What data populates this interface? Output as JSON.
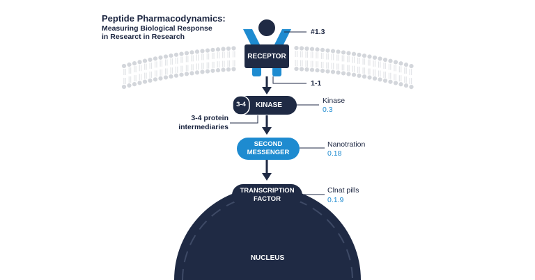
{
  "header": {
    "title": "Peptide Pharmacodynamics:",
    "subtitle_lines": [
      "Measuring Biological Response",
      "in Researct in Research"
    ]
  },
  "receptor": {
    "label": "RECEPTOR",
    "callout_top": "#1.3",
    "callout_bottom": "1-1"
  },
  "kinase": {
    "badge": "3-4",
    "label": "KINASE",
    "note_label": "Kinase",
    "note_value": "0.3",
    "intermediaries_lines": [
      "3-4 protein",
      "intermediaries"
    ]
  },
  "second_messenger": {
    "label_lines": [
      "SECOND",
      "MESSENGER"
    ],
    "note_label": "Nanotration",
    "note_value": "0.18"
  },
  "transcription_factor": {
    "label_lines": [
      "TRANSCRIPTION",
      "FACTOR"
    ],
    "note_label": "Clnat pills",
    "note_value": "0.1.9"
  },
  "nucleus": {
    "label": "NUCLEUS"
  },
  "colors": {
    "navy": "#1f2a44",
    "blue": "#1e8bd0",
    "membrane": "#d3d6db",
    "membrane_tail": "#e3e5e8"
  }
}
